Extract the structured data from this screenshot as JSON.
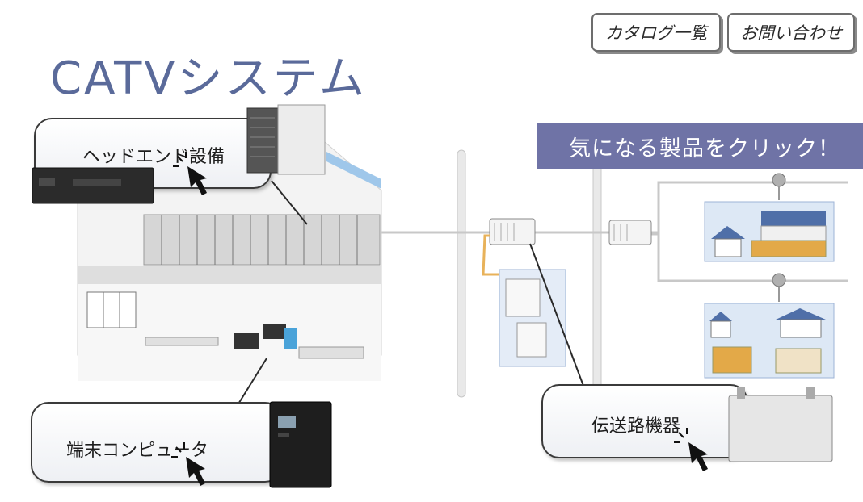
{
  "page": {
    "title": "CATVシステム"
  },
  "header_buttons": {
    "catalog_label": "カタログ一覧",
    "contact_label": "お問い合わせ"
  },
  "banner": {
    "text": "気になる製品をクリック！"
  },
  "callouts": {
    "headend_label": "ヘッドエンド設備",
    "terminal_label": "端末コンピュータ",
    "transmission_label": "伝送路機器"
  },
  "colors": {
    "title": "#5a6a9a",
    "banner": "#6f73a6",
    "cable_orange": "#e8b25a",
    "house_roof": "#4f6fa8",
    "house_panel_bg": "#dde8f5"
  }
}
